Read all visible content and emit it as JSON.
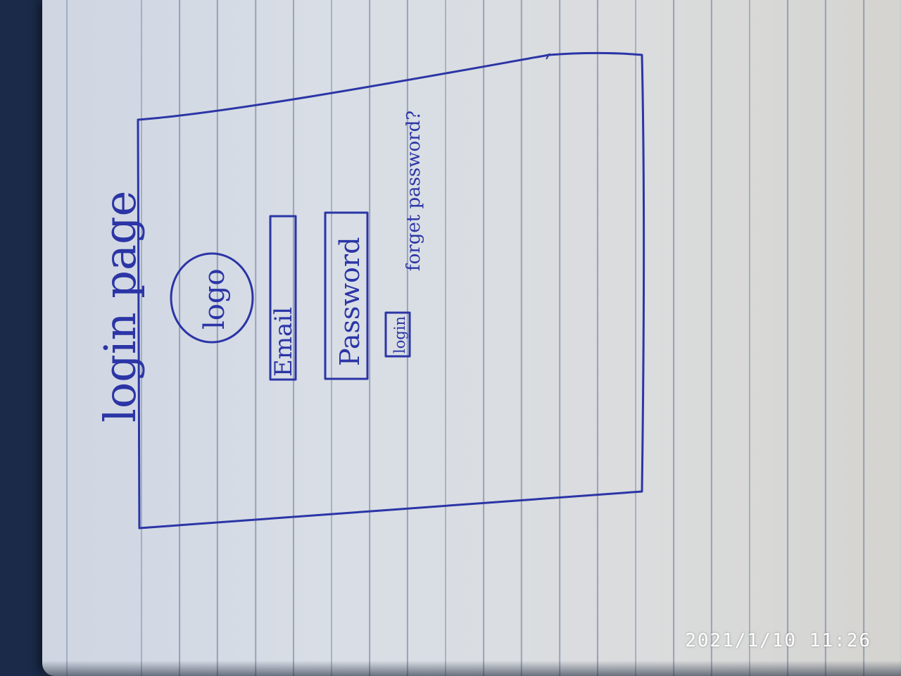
{
  "sketch": {
    "title": "login page",
    "logo_label": "logo",
    "email_field_label": "Email",
    "password_field_label": "Password",
    "login_button_label": "login",
    "forgot_password_label": "forget password?"
  },
  "photo": {
    "timestamp": "2021/1/10 11:26"
  },
  "colors": {
    "ink": "#2b35a6",
    "paper": "#d9dee6",
    "desk": "#1f2f4f"
  }
}
